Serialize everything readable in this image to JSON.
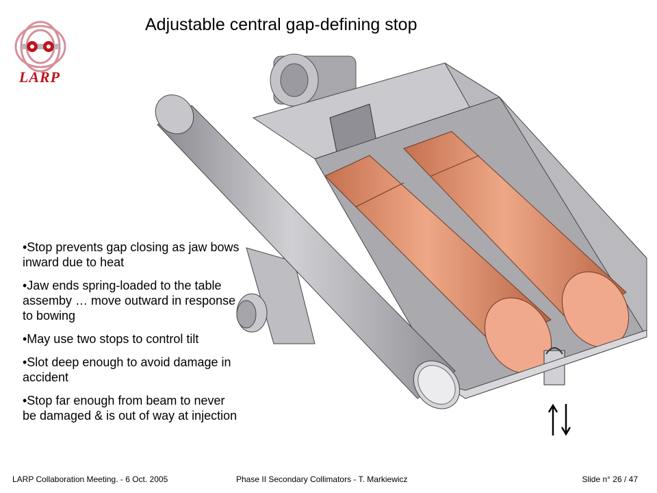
{
  "logo": {
    "text": "LARP",
    "icon": "larp-logo-icon"
  },
  "slide": {
    "title": "Adjustable central gap-defining stop",
    "bullets": [
      "•Stop prevents gap closing as jaw bows inward due to heat",
      "•Jaw ends spring-loaded to the table assemby … move outward in response to bowing",
      "•May use two stops to control tilt",
      "•Slot deep enough to avoid damage in accident",
      "•Stop far enough from beam to never be damaged & is out of way at injection"
    ]
  },
  "footer": {
    "left": "LARP Collaboration Meeting.  -  6 Oct. 2005",
    "center": "Phase II Secondary Collimators  -  T. Markiewicz",
    "right": "Slide n° 26 / 47"
  },
  "colors": {
    "copper": "#e8a07e",
    "steel": "#b8b8bc",
    "logo_red": "#c0141e"
  }
}
